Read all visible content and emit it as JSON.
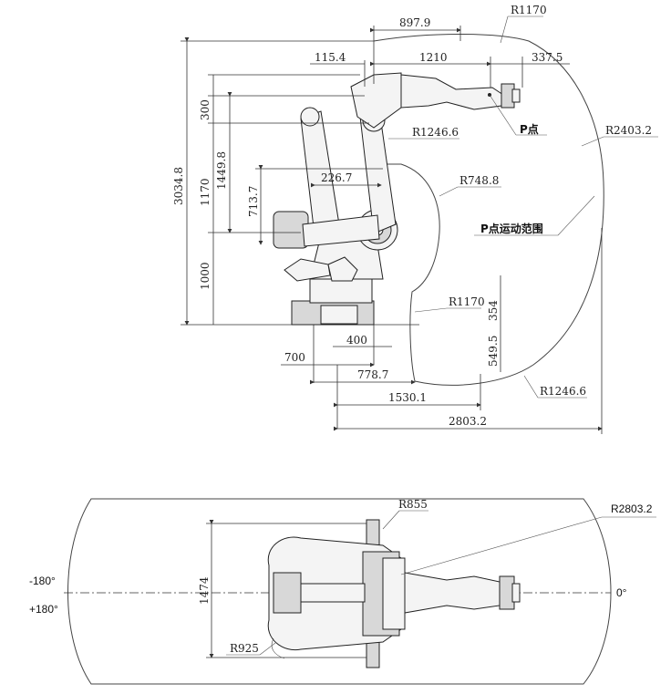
{
  "side_view": {
    "dims": {
      "d897": "897.9",
      "dR1170_top": "R1170",
      "d115": "115.4",
      "d1210": "1210",
      "d337": "337.5",
      "d300": "300",
      "d1449": "1449.8",
      "d3034": "3034.8",
      "d1170": "1170",
      "d713": "713.7",
      "d226": "226.7",
      "d1000": "1000",
      "dR1246_top": "R1246.6",
      "dR2403": "R2403.2",
      "dR748": "R748.8",
      "dR1170_low": "R1170",
      "d354": "354",
      "d549": "549.5",
      "d400": "400",
      "d700": "700",
      "d778": "778.7",
      "d1530": "1530.1",
      "d2803": "2803.2",
      "dR1246_bot": "R1246.6"
    },
    "labels": {
      "p_point": "P点",
      "p_range": "P点运动范围"
    }
  },
  "top_view": {
    "dims": {
      "r855": "R855",
      "r2803": "R2803.2",
      "d1474": "1474",
      "r925": "R925"
    },
    "angles": {
      "minus180": "-180°",
      "plus180": "+180°",
      "zero": "0°"
    }
  }
}
